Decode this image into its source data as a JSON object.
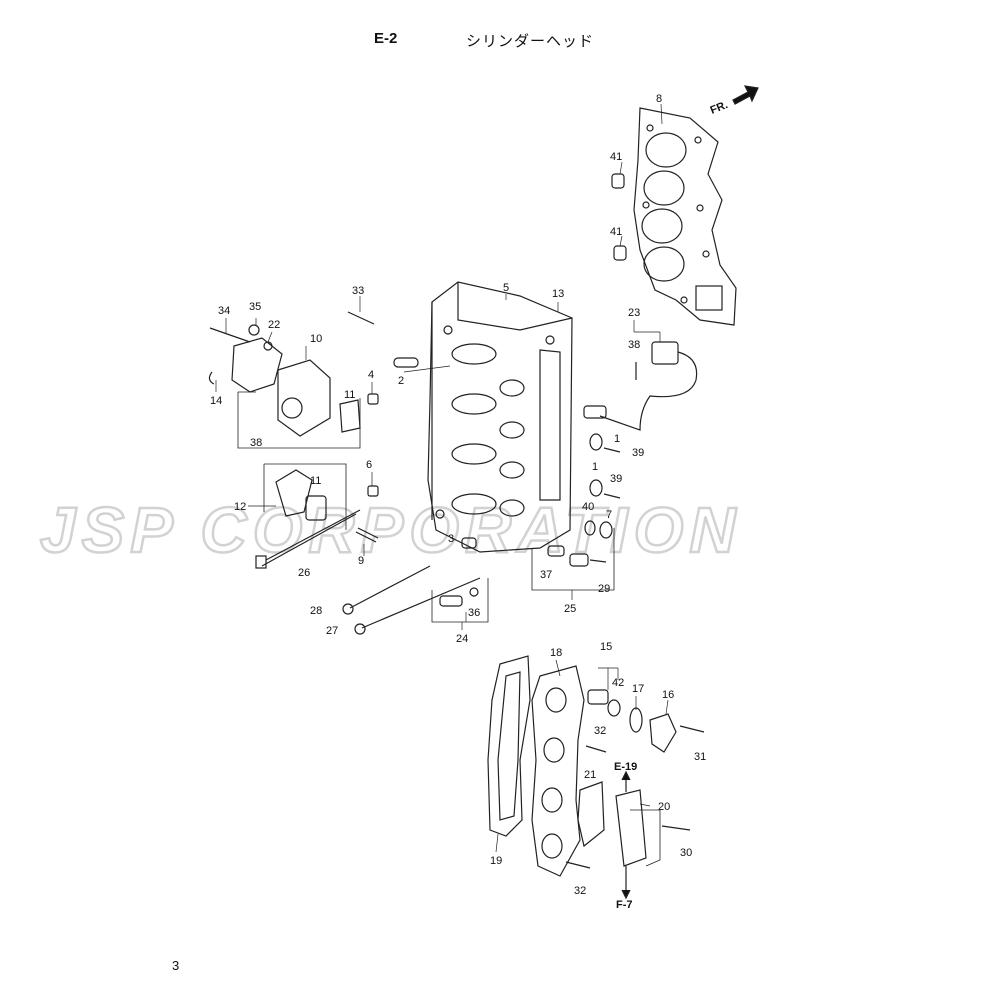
{
  "header": {
    "code": "E-2",
    "title": "シリンダーヘッド"
  },
  "page_number": "3",
  "watermark": "JSP CORPORATION",
  "direction_label": "FR.",
  "refs": {
    "e19": "E-19",
    "f7": "F-7"
  },
  "part_numbers": {
    "p1a": "1",
    "p1b": "1",
    "p2": "2",
    "p3": "3",
    "p4": "4",
    "p5": "5",
    "p6": "6",
    "p7": "7",
    "p8": "8",
    "p9": "9",
    "p10": "10",
    "p11a": "11",
    "p11b": "11",
    "p12": "12",
    "p13": "13",
    "p14": "14",
    "p15": "15",
    "p16": "16",
    "p17": "17",
    "p18": "18",
    "p19": "19",
    "p20": "20",
    "p21": "21",
    "p22": "22",
    "p23": "23",
    "p24": "24",
    "p25": "25",
    "p26": "26",
    "p27": "27",
    "p28": "28",
    "p29": "29",
    "p30": "30",
    "p31": "31",
    "p32a": "32",
    "p32b": "32",
    "p33": "33",
    "p34": "34",
    "p35": "35",
    "p36": "36",
    "p37": "37",
    "p38a": "38",
    "p38b": "38",
    "p39a": "39",
    "p39b": "39",
    "p40": "40",
    "p41a": "41",
    "p41b": "41",
    "p42": "42"
  }
}
